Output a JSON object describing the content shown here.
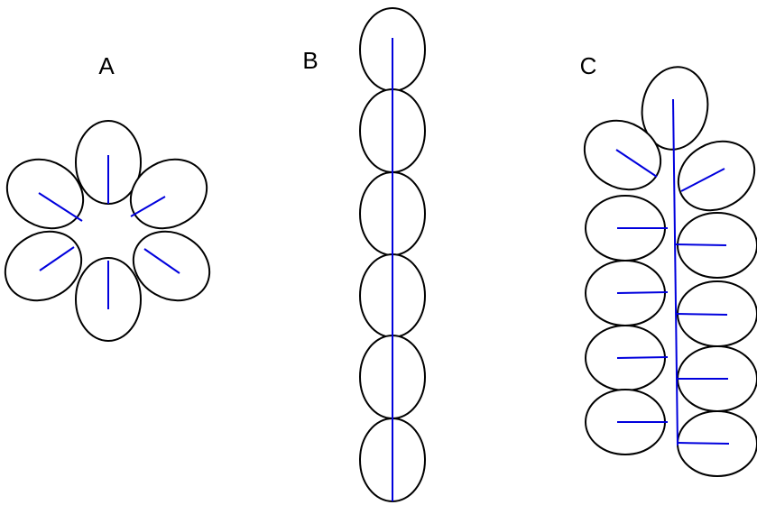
{
  "labels": {
    "a": "A",
    "b": "B",
    "c": "C"
  },
  "colors": {
    "leaf_outline": "#000000",
    "leaf_fill": "#ffffff",
    "vein": "#0000dd",
    "background": "#ffffff"
  },
  "figures": [
    {
      "key": "a",
      "arrangement": "whorled",
      "leaf_count": 6
    },
    {
      "key": "b",
      "arrangement": "stacked",
      "leaf_count": 6
    },
    {
      "key": "c",
      "arrangement": "pinnate",
      "leaf_count": 11
    }
  ]
}
